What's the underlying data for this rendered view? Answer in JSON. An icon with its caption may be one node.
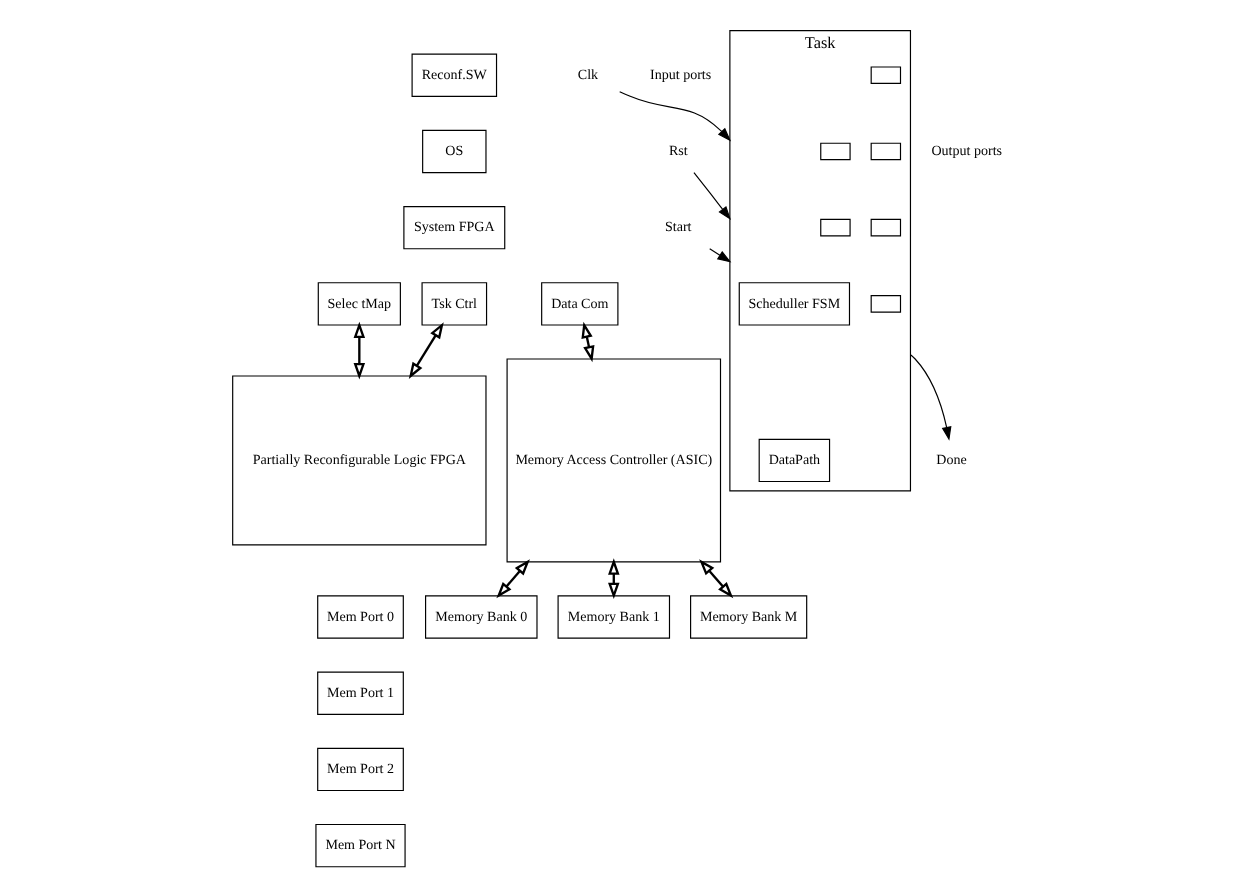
{
  "diagram": {
    "nodes": [
      {
        "text": [
          "Reconf.SW"
        ]
      },
      {
        "text": [
          "OS"
        ]
      },
      {
        "text": [
          "System FPGA"
        ]
      },
      {
        "text": [
          "Selec tMap"
        ]
      },
      {
        "text": [
          "Tsk Ctrl"
        ]
      },
      {
        "text": [
          "Data Com"
        ]
      },
      {
        "text": [
          "Clk"
        ]
      },
      {
        "text": [
          "Rst"
        ]
      },
      {
        "text": [
          "Start"
        ]
      },
      {
        "text": [
          "Task"
        ]
      },
      {
        "text": [
          "Scheduller FSM"
        ],
        "in": 9
      },
      {
        "text": [
          "DataPath"
        ],
        "in": 9
      },
      {
        "text": [],
        "shape": "box",
        "in": 9
      },
      {
        "text": [],
        "shape": "box",
        "in": 9
      },
      {
        "text": [],
        "shape": "box",
        "in": 9
      },
      {
        "text": [],
        "shape": "box",
        "in": 9
      },
      {
        "text": [],
        "shape": "box",
        "in": 9
      },
      {
        "text": [],
        "shape": "box",
        "in": 9
      },
      {
        "text": [
          "Done"
        ]
      },
      {
        "text": [
          "Partially Reconfigurable Logic FPGA"
        ]
      },
      {
        "text": [
          "Mem Port 0"
        ]
      },
      {
        "text": [
          "Mem Port 1"
        ]
      },
      {
        "text": [
          "Mem Port 2"
        ]
      },
      {
        "text": [
          "Mem Port N"
        ]
      },
      {
        "text": [
          "Memory Access Controller (ASIC)"
        ]
      },
      {
        "text": [
          "Memory Bank 0"
        ]
      },
      {
        "text": [
          "Memory Bank 1"
        ]
      },
      {
        "text": [
          "Memory Bank M"
        ]
      }
    ],
    "edges": [
      {
        "from": 6,
        "to": 9,
        "arrow": "to"
      },
      {
        "from": 7,
        "to": 9,
        "arrow": "to"
      },
      {
        "from": 8,
        "to": 9,
        "arrow": "to"
      },
      {
        "from": 9,
        "to": 18,
        "arrow": "to"
      },
      {
        "from": 3,
        "to": 19,
        "arrow": "both"
      },
      {
        "from": 4,
        "to": 19,
        "arrow": "both"
      },
      {
        "from": 5,
        "to": 24,
        "arrow": "both"
      },
      {
        "from": 24,
        "to": 25,
        "arrow": "both"
      },
      {
        "from": 24,
        "to": 26,
        "arrow": "both"
      },
      {
        "from": 24,
        "to": 27,
        "arrow": "both"
      }
    ],
    "labels": [
      "Input ports",
      "Output ports"
    ]
  }
}
